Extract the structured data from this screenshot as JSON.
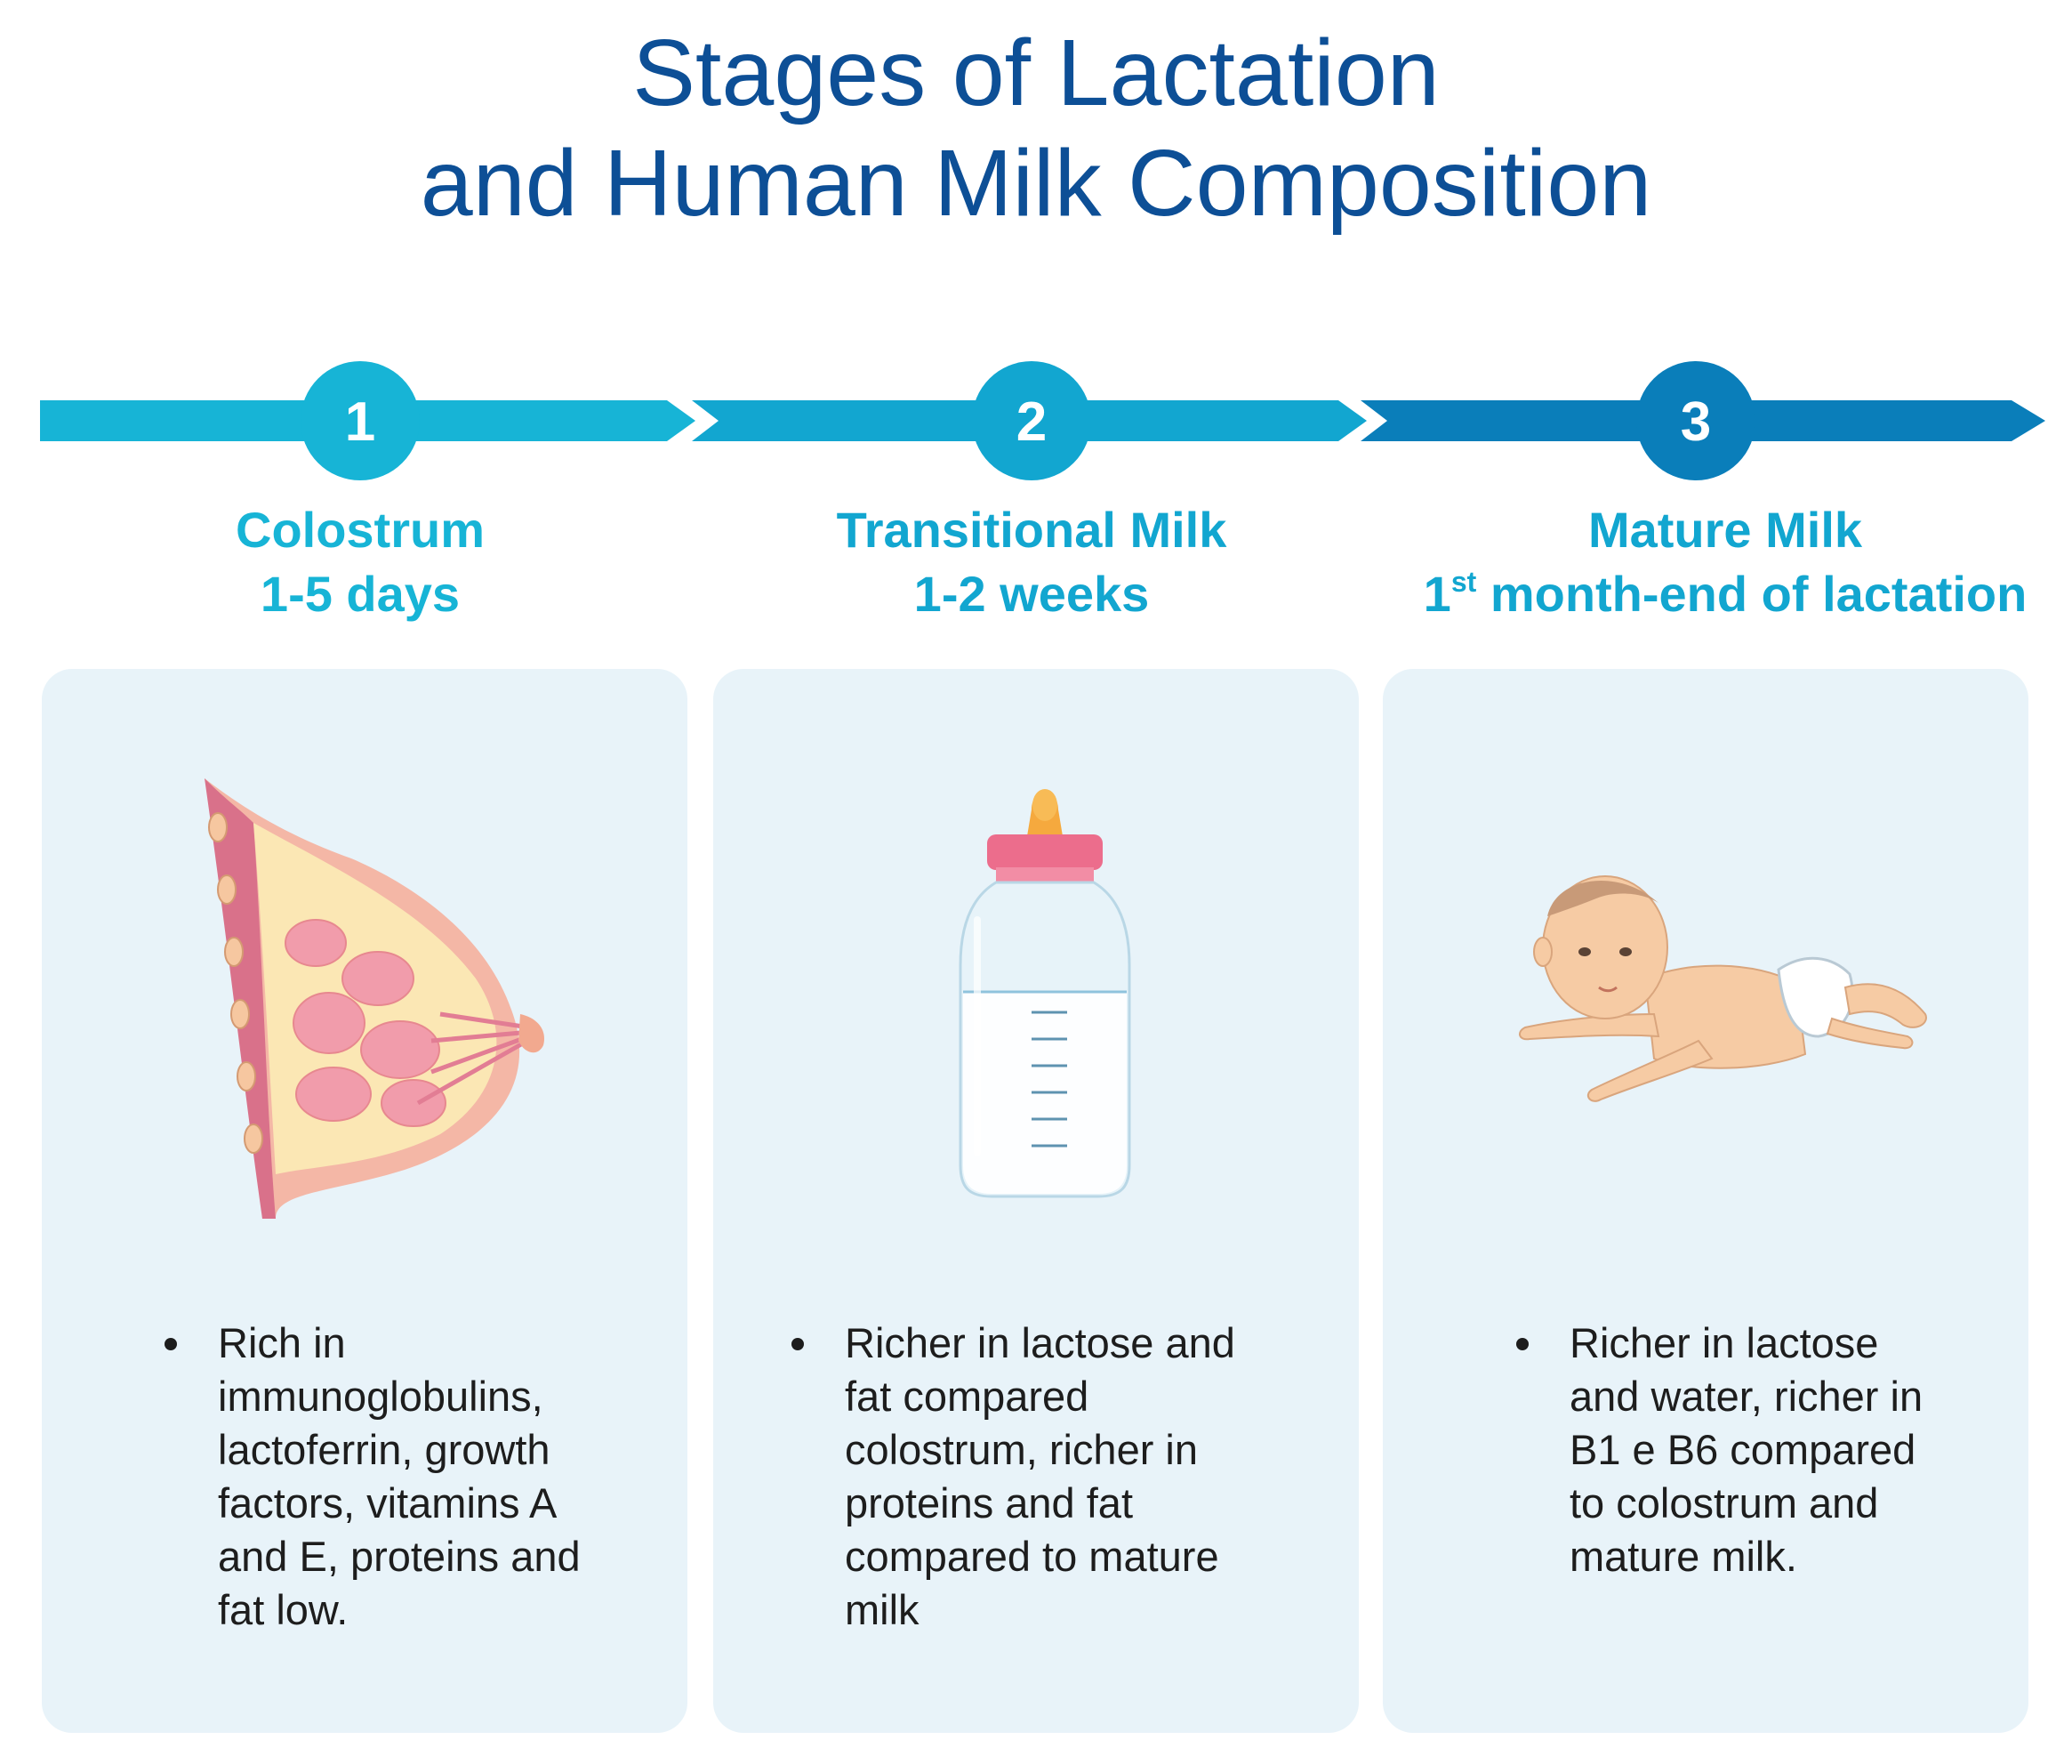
{
  "title": {
    "line1": "Stages of Lactation",
    "line2": "and Human Milk Composition"
  },
  "colors": {
    "title": "#0d4f96",
    "stage1": "#17b4d6",
    "stage2": "#12a6d0",
    "stage3": "#0a7eba",
    "card_bg": "#e8f3f9"
  },
  "stages": [
    {
      "number": "1",
      "name": "Colostrum",
      "duration": "1-5 days",
      "illustration_icon": "breast-anatomy-icon",
      "bullet": "Rich in immunoglobulins, lactoferrin, growth factors, vitamins A and E, proteins and fat low."
    },
    {
      "number": "2",
      "name": "Transitional Milk",
      "duration": "1-2 weeks",
      "illustration_icon": "baby-bottle-icon",
      "bullet": " Richer in lactose and fat compared colostrum, richer in proteins and fat compared to mature milk"
    },
    {
      "number": "3",
      "name": "Mature Milk",
      "duration_prefix": "1",
      "duration_sup": "st",
      "duration_rest": " month-end of lactation",
      "illustration_icon": "baby-crawling-icon",
      "bullet": "Richer in lactose and water, richer in B1 e B6 compared to colostrum and mature milk."
    }
  ]
}
